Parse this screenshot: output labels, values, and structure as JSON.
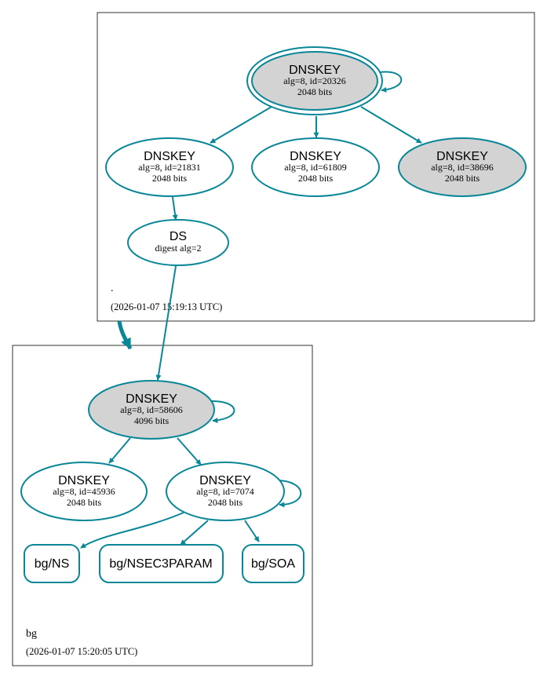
{
  "colors": {
    "stroke": "#0a8797",
    "signed_fill": "#d3d3d3",
    "default_fill": "#ffffff"
  },
  "zones": {
    "root": {
      "name": ".",
      "timestamp": "(2026-01-07 15:19:13 UTC)"
    },
    "bg": {
      "name": "bg",
      "timestamp": "(2026-01-07 15:20:05 UTC)"
    }
  },
  "nodes": {
    "root_ksk": {
      "title": "DNSKEY",
      "line1": "alg=8, id=20326",
      "line2": "2048 bits"
    },
    "root_zsk1": {
      "title": "DNSKEY",
      "line1": "alg=8, id=21831",
      "line2": "2048 bits"
    },
    "root_zsk2": {
      "title": "DNSKEY",
      "line1": "alg=8, id=61809",
      "line2": "2048 bits"
    },
    "root_zsk3": {
      "title": "DNSKEY",
      "line1": "alg=8, id=38696",
      "line2": "2048 bits"
    },
    "ds": {
      "title": "DS",
      "line1": "digest alg=2"
    },
    "bg_ksk": {
      "title": "DNSKEY",
      "line1": "alg=8, id=58606",
      "line2": "4096 bits"
    },
    "bg_zsk1": {
      "title": "DNSKEY",
      "line1": "alg=8, id=45936",
      "line2": "2048 bits"
    },
    "bg_zsk2": {
      "title": "DNSKEY",
      "line1": "alg=8, id=7074",
      "line2": "2048 bits"
    },
    "rr_ns": {
      "label": "bg/NS"
    },
    "rr_nsec3param": {
      "label": "bg/NSEC3PARAM"
    },
    "rr_soa": {
      "label": "bg/SOA"
    }
  }
}
